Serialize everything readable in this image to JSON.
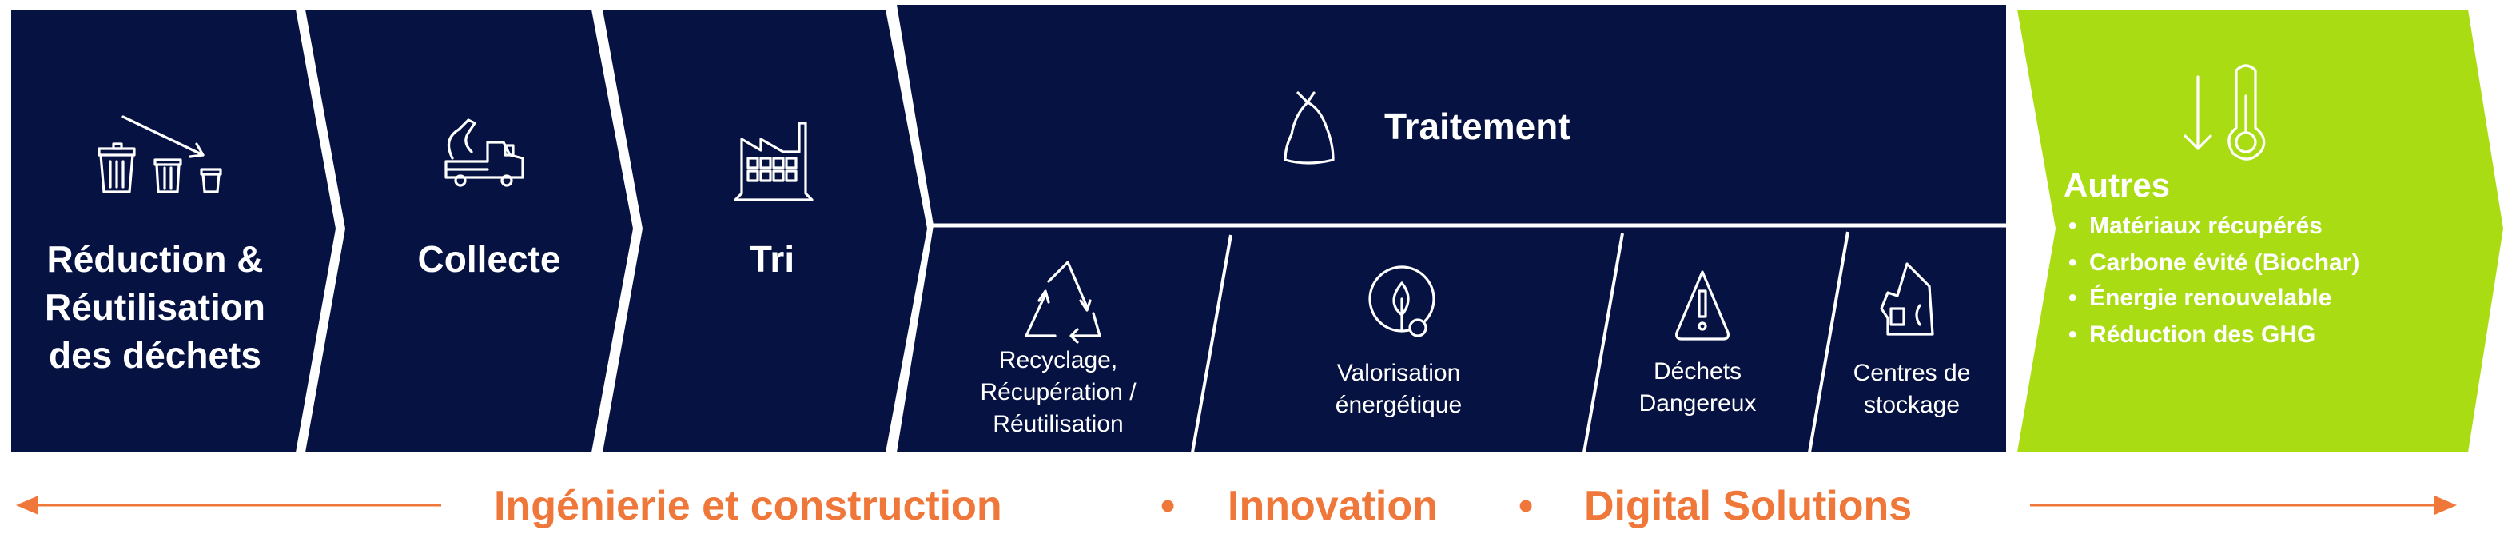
{
  "colors": {
    "navy": "#051242",
    "green": "#AADC14",
    "orange": "#F0773A",
    "text": "#FFFFFF"
  },
  "stages": [
    {
      "lines": [
        "Réduction &",
        "Réutilisation",
        "des déchets"
      ],
      "icon": "trash-cans-decreasing-icon"
    },
    {
      "lines": [
        "Collecte"
      ],
      "icon": "garbage-truck-icon"
    },
    {
      "lines": [
        "Tri"
      ],
      "icon": "factory-icon"
    }
  ],
  "treatment": {
    "title": "Traitement",
    "icon": "garbage-bag-icon",
    "subs": [
      {
        "lines": [
          "Recyclage,",
          "Récupération /",
          "Réutilisation"
        ],
        "icon": "recycle-icon"
      },
      {
        "lines": [
          "Valorisation",
          "énergétique"
        ],
        "icon": "leaf-energy-icon"
      },
      {
        "lines": [
          "Déchets",
          "Dangereux"
        ],
        "icon": "warning-triangle-icon"
      },
      {
        "lines": [
          "Centres de",
          "stockage"
        ],
        "icon": "landfill-icon"
      }
    ]
  },
  "others": {
    "title": "Autres",
    "icon": "thermometer-down-icon",
    "bullet": "•",
    "items": [
      "Matériaux récupérés",
      "Carbone évité (Biochar)",
      "Énergie renouvelable",
      "Réduction des GHG"
    ]
  },
  "footer": {
    "items": [
      "Ingénierie et construction",
      "Innovation",
      "Digital Solutions"
    ],
    "separator": "•"
  }
}
